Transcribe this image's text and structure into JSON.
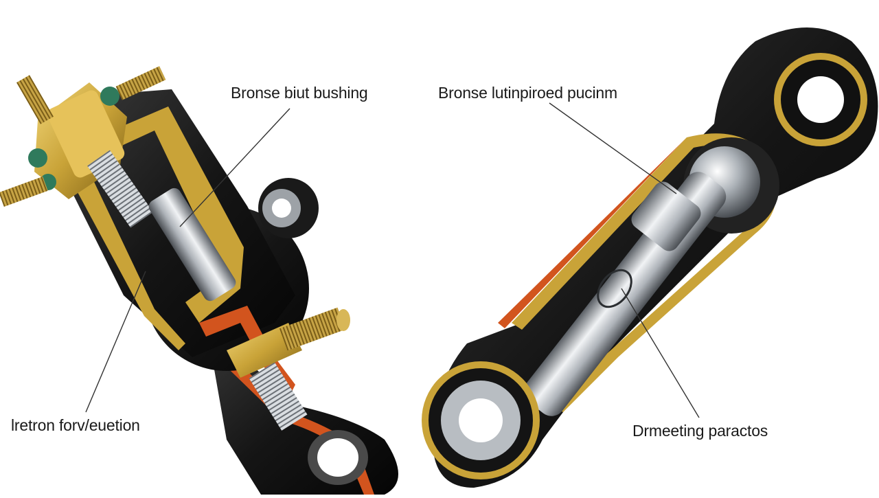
{
  "labels": {
    "top_left": "Bronse biut bushing",
    "top_right": "Bronse lutinpiroed pucinm",
    "bottom_left": "lretron forv/euetion",
    "bottom_right": "Drmeeting paractos"
  },
  "colors": {
    "bronze": "#c9a338",
    "orange": "#d2541e",
    "body": "#151515",
    "steel": "#b9bec4",
    "rubber": "#2f7a5c"
  }
}
